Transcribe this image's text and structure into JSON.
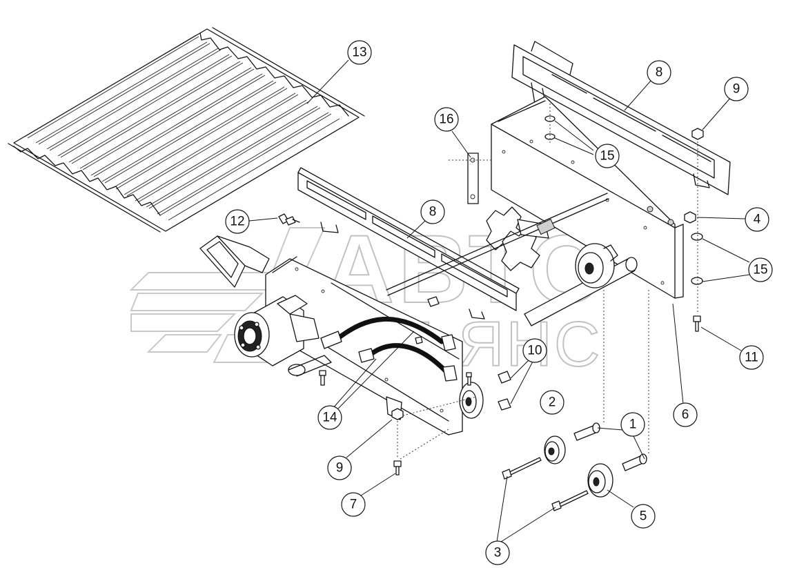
{
  "diagram": {
    "watermark": {
      "line1": "АВТО",
      "line2": "АЛЬЯНС"
    },
    "callouts": [
      {
        "id": "c13",
        "label": "13"
      },
      {
        "id": "c8a",
        "label": "8"
      },
      {
        "id": "c8b",
        "label": "8"
      },
      {
        "id": "c9a",
        "label": "9"
      },
      {
        "id": "c9b",
        "label": "9"
      },
      {
        "id": "c16",
        "label": "16"
      },
      {
        "id": "c15a",
        "label": "15"
      },
      {
        "id": "c15b",
        "label": "15"
      },
      {
        "id": "c4",
        "label": "4"
      },
      {
        "id": "c12",
        "label": "12"
      },
      {
        "id": "c10",
        "label": "10"
      },
      {
        "id": "c11",
        "label": "11"
      },
      {
        "id": "c14",
        "label": "14"
      },
      {
        "id": "c2",
        "label": "2"
      },
      {
        "id": "c1",
        "label": "1"
      },
      {
        "id": "c6",
        "label": "6"
      },
      {
        "id": "c7",
        "label": "7"
      },
      {
        "id": "c5",
        "label": "5"
      },
      {
        "id": "c3",
        "label": "3"
      }
    ]
  }
}
